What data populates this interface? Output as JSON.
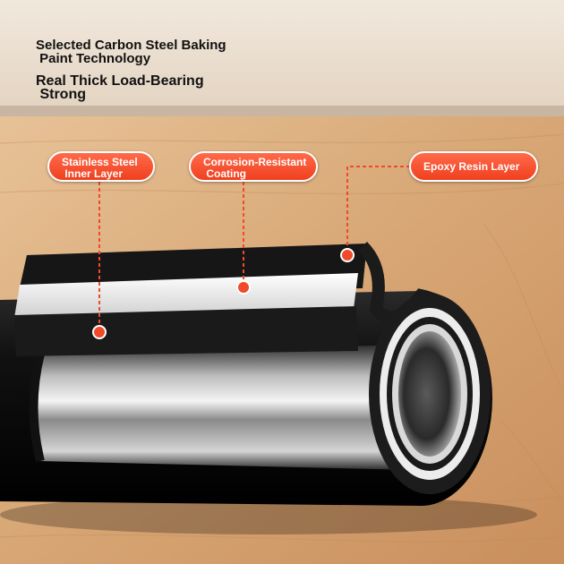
{
  "headline_1": "Selected Carbon Steel Baking\n Paint Technology",
  "headline_2": "Real Thick Load-Bearing\n Strong",
  "labels": {
    "inner": "Stainless Steel\n Inner Layer",
    "coating": "Corrosion-Resistant\n Coating",
    "epoxy": "Epoxy Resin Layer"
  },
  "colors": {
    "callout": "#f04a2a",
    "wall": "#e9dccb",
    "floor": "#d8aa7a",
    "tube": "#141414"
  }
}
